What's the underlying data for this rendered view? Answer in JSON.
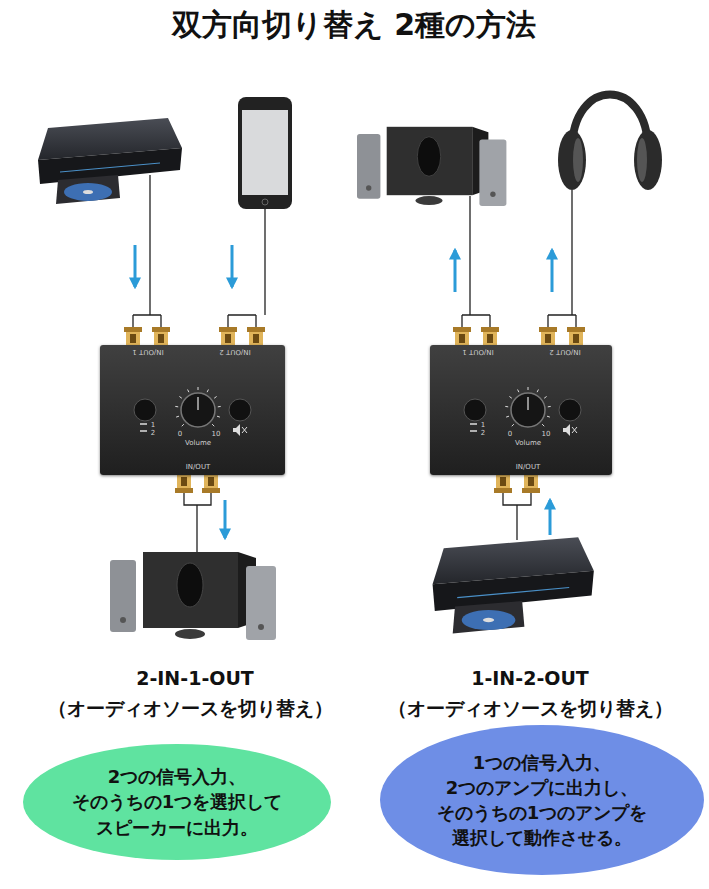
{
  "diagram": {
    "title": "双方向切り替え 2種の方法",
    "nodes": [
      {
        "text": [
          "IN/OUT 1",
          "IN/OUT 2",
          "1",
          "2",
          "0",
          "10",
          "Volume",
          "IN/OUT"
        ]
      },
      {
        "text": [
          "IN/OUT 1",
          "IN/OUT 2",
          "1",
          "2",
          "0",
          "10",
          "Volume",
          "IN/OUT"
        ]
      },
      {
        "text": [
          "2つの信号入力、 そのうちの1つを選択して スピーカーに出力。"
        ]
      },
      {
        "text": [
          "1つの信号入力、 2つのアンプに出力し、 そのうちの1つのアンプを 選択して動作させる。"
        ]
      }
    ],
    "labels": [
      "2-IN-1-OUT",
      "（オーディオソースを切り替え）",
      "1-IN-2-OUT",
      "（オーディオソースを切り替え）"
    ]
  }
}
